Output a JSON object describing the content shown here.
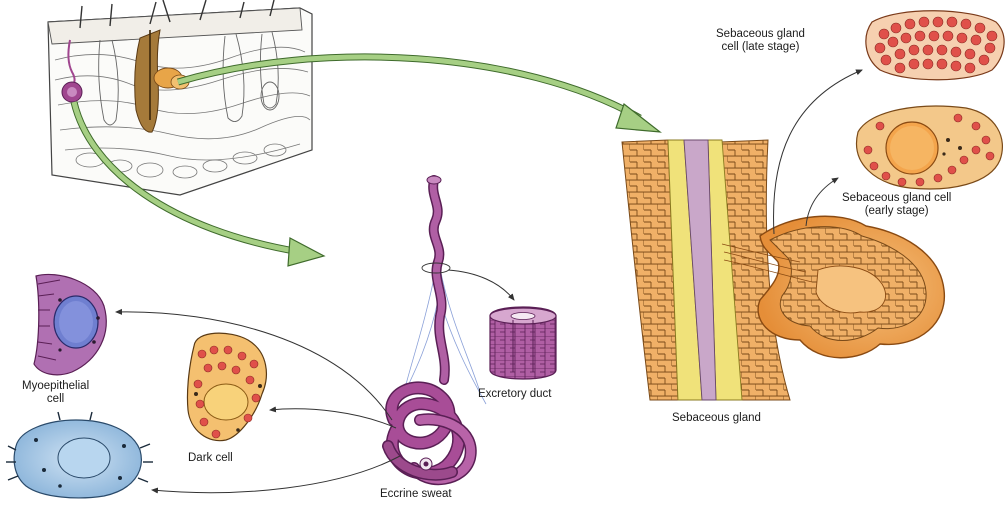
{
  "labels": {
    "sebaceous_late": [
      "Sebaceous gland",
      "cell (late stage)"
    ],
    "sebaceous_early": [
      "Sebaceous gland cell",
      "(early stage)"
    ],
    "sebaceous_gland": "Sebaceous gland",
    "excretory_duct": "Excretory duct",
    "myoepithelial": [
      "Myoepithelial",
      "cell"
    ],
    "dark_cell": "Dark cell",
    "eccrine_sweat": "Eccrine sweat"
  },
  "colors": {
    "arrow_green": "#a6cf84",
    "gland_orange": "#e9a24e",
    "gland_cells": "#f2b36c",
    "duct_yellow": "#f0e27a",
    "duct_purple": "#c9a7c9",
    "sweat_purple": "#a84d97",
    "myo_purple": "#b070b2",
    "nucleus_blue": "#6f7fd0",
    "clear_cell_blue": "#a9cbe6",
    "red_granules": "#e0504a"
  }
}
